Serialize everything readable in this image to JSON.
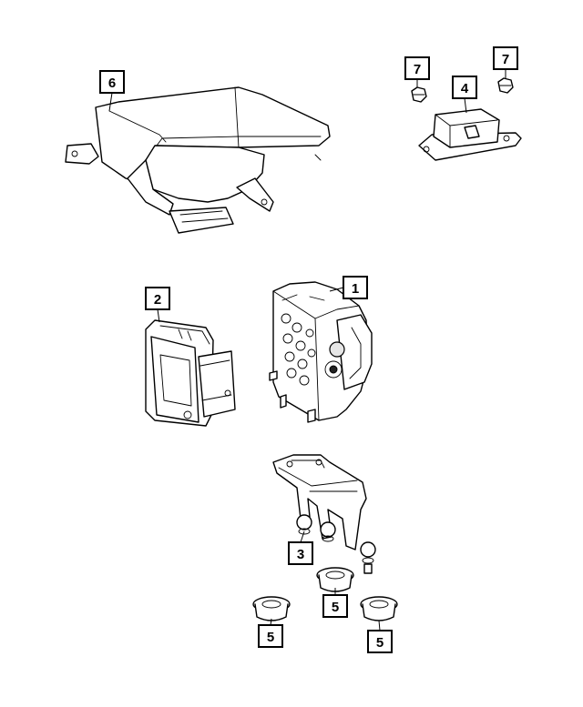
{
  "callouts": {
    "c6": "6",
    "c7a": "7",
    "c4": "4",
    "c7b": "7",
    "c2": "2",
    "c1": "1",
    "c3": "3",
    "c5a": "5",
    "c5b": "5",
    "c5c": "5"
  }
}
